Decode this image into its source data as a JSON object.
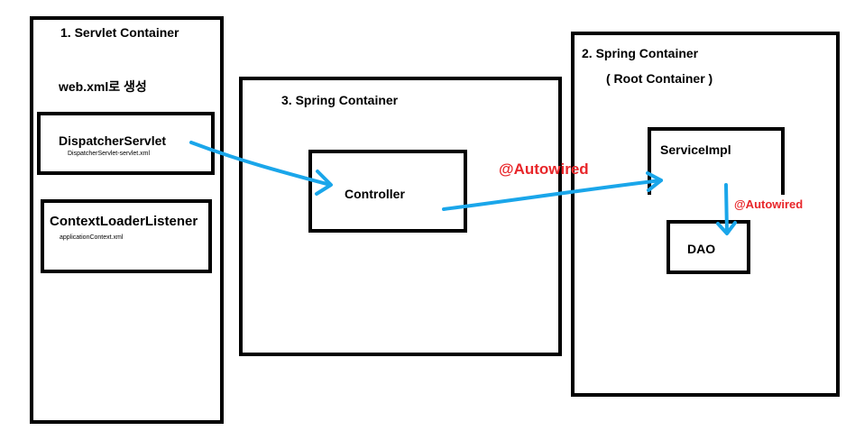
{
  "servlet_container": {
    "title": "1. Servlet Container",
    "subtitle": "web.xml로 생성",
    "dispatcher_servlet": {
      "name": "DispatcherServlet",
      "config": "DispatcherServlet-servlet.xml"
    },
    "context_loader_listener": {
      "name": "ContextLoaderListener",
      "config": "applicationContext.xml"
    }
  },
  "spring_container_web": {
    "title": "3. Spring Container",
    "controller": "Controller"
  },
  "spring_container_root": {
    "title": "2. Spring Container",
    "subtitle": "( Root Container )",
    "service_impl": "ServiceImpl",
    "dao": "DAO"
  },
  "annotations": {
    "controller_to_service": "@Autowired",
    "service_to_dao": "@Autowired"
  },
  "colors": {
    "arrow": "#1aa6ea",
    "annotation": "#e8262a",
    "border": "#000000"
  }
}
